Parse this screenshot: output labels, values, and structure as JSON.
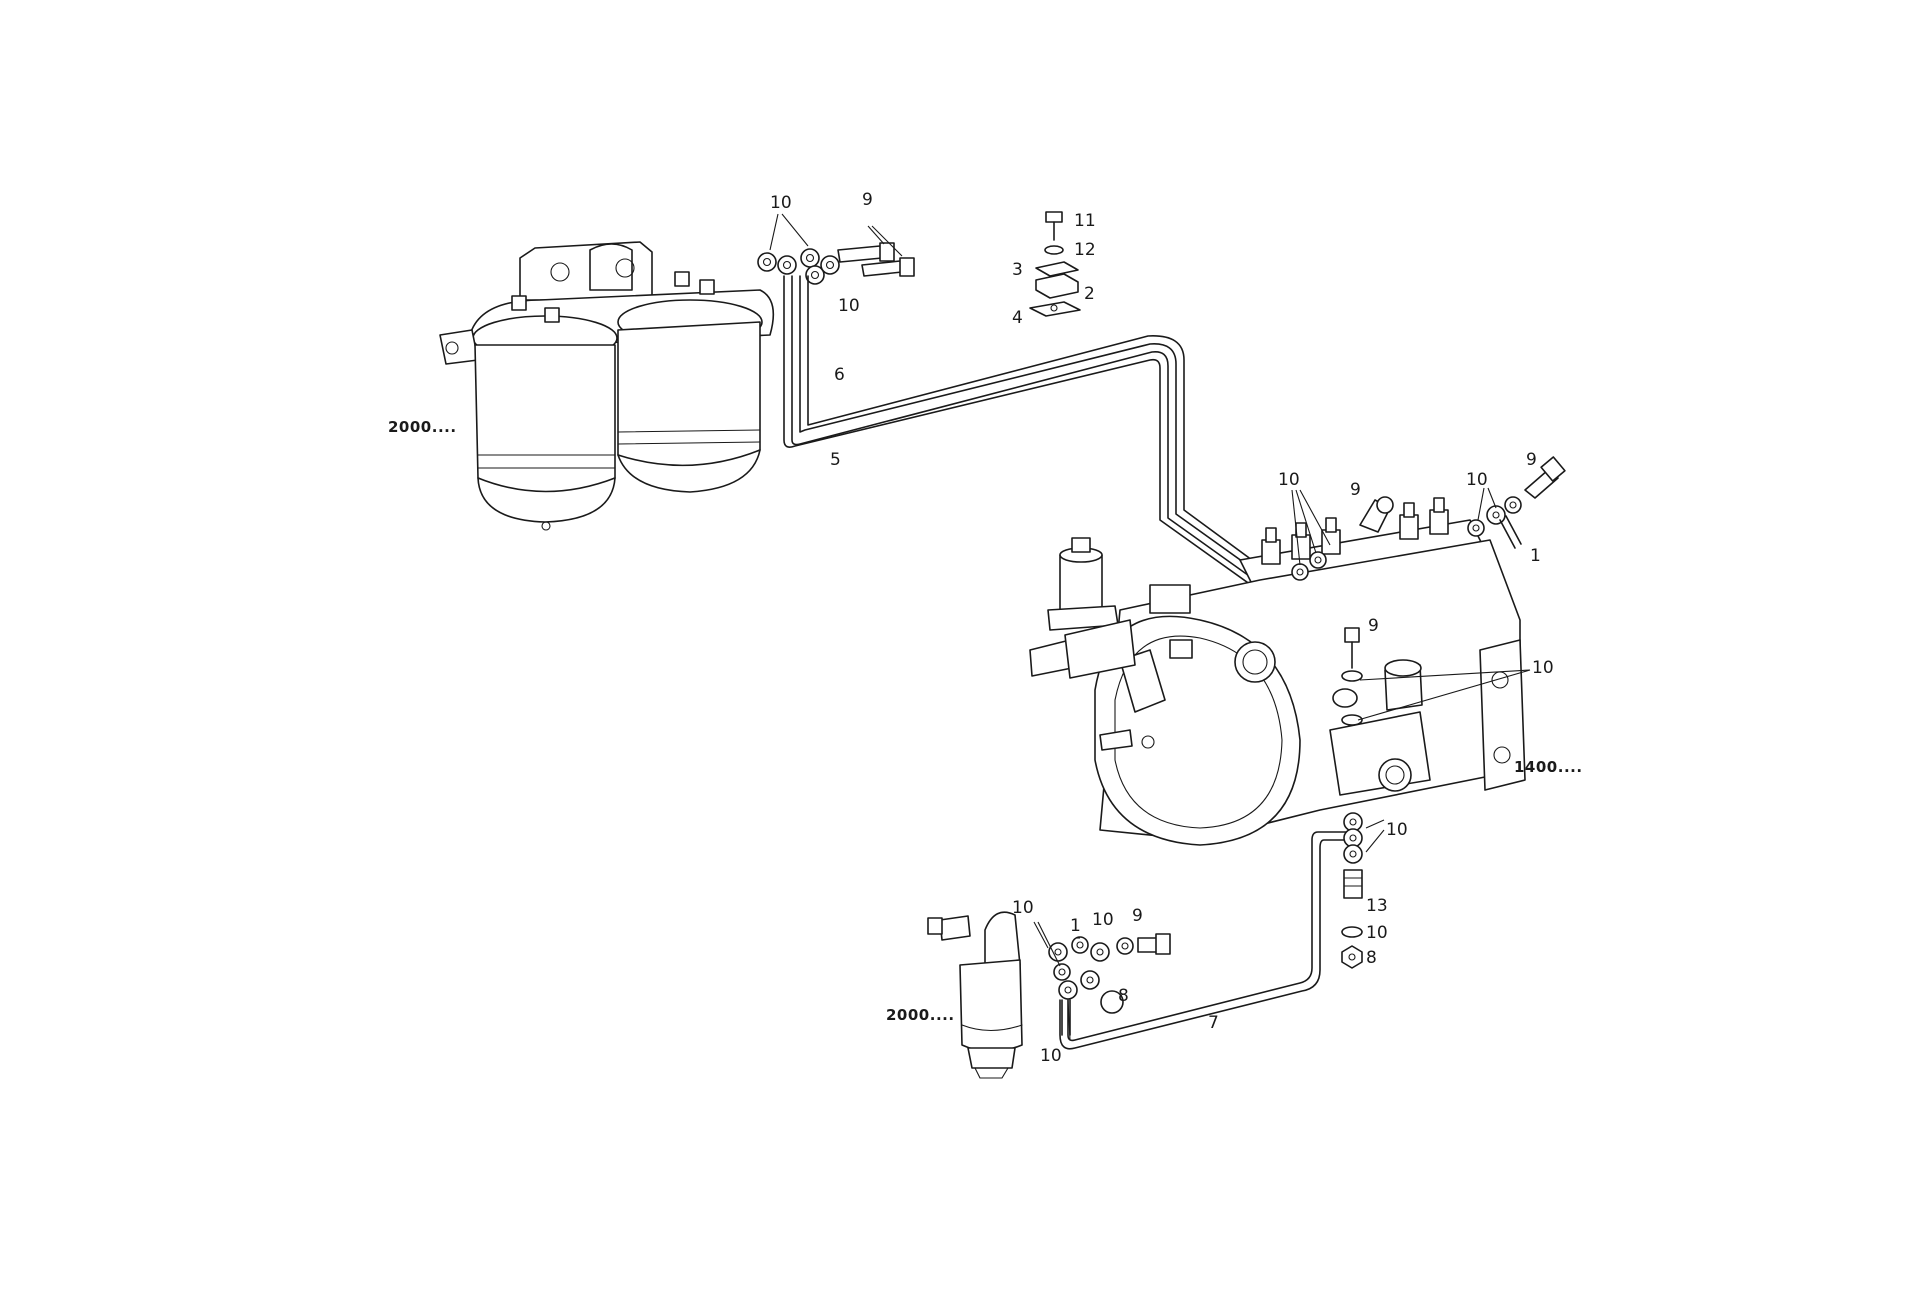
{
  "diagram": {
    "callouts": {
      "c_10_top": "10",
      "c_9_top": "9",
      "c_11": "11",
      "c_12": "12",
      "c_3": "3",
      "c_2": "2",
      "c_4": "4",
      "c_10_b": "10",
      "c_6": "6",
      "c_5": "5",
      "c_2000_main": "2000....",
      "c_10_pump_a": "10",
      "c_9_pump_a": "9",
      "c_10_pump_b": "10",
      "c_9_pump_b": "9",
      "c_1_pump": "1",
      "c_9_mid": "9",
      "c_10_mid": "10",
      "c_1400": "1400....",
      "c_10_low": "10",
      "c_13": "13",
      "c_10_low2": "10",
      "c_8_low": "8",
      "c_10_f1": "10",
      "c_1_f": "1",
      "c_10_f2": "10",
      "c_9_f": "9",
      "c_8_f": "8",
      "c_2000_small": "2000....",
      "c_10_f3": "10",
      "c_7": "7"
    }
  }
}
